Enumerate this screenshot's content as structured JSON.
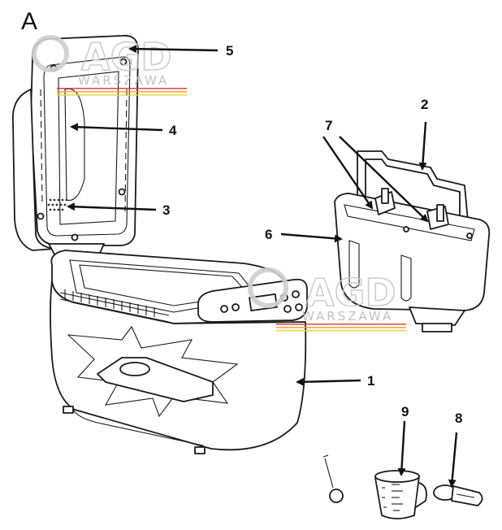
{
  "panel_label": "A",
  "watermark": {
    "brand": "AGD",
    "city": "WARSZAWA",
    "stripe_colors": [
      "#e23b3b",
      "#f0a030",
      "#f3d23a"
    ]
  },
  "callouts": {
    "body": "1",
    "handle": "2",
    "vent": "3",
    "window": "4",
    "lid": "5",
    "baking_pan": "6",
    "kneading_blades": "7",
    "measuring_spoon": "8",
    "measuring_cup": "9"
  }
}
